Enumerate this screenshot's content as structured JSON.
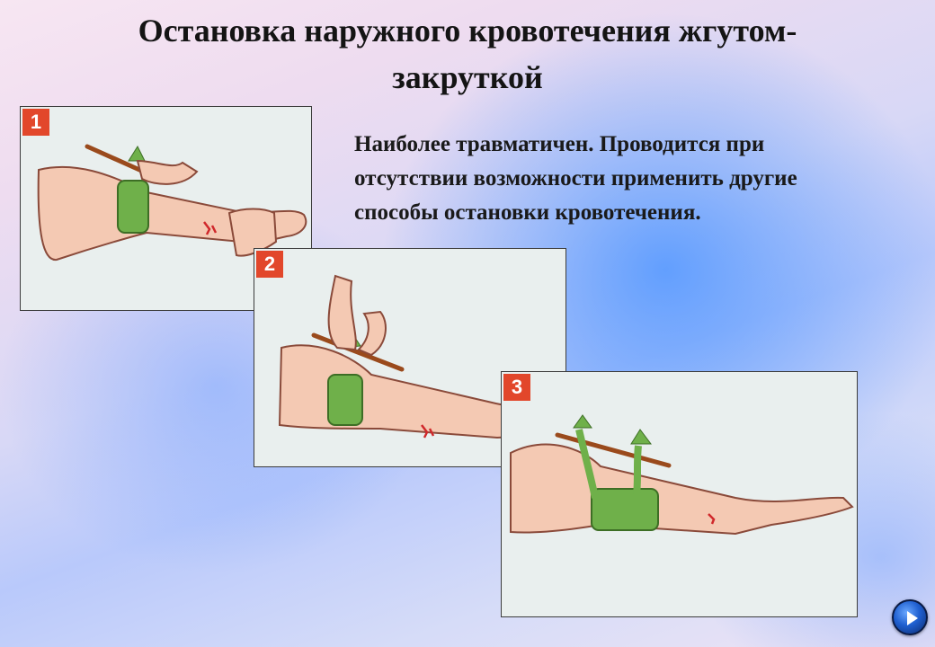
{
  "slide": {
    "title_line1": "Остановка наружного кровотечения жгутом-",
    "title_line2": "закруткой",
    "description_line1": "Наиболее травматичен. Проводится при",
    "description_line2": "отсутствии возможности применить другие",
    "description_line3": "способы остановки кровотечения."
  },
  "panels": [
    {
      "step": "1"
    },
    {
      "step": "2"
    },
    {
      "step": "3"
    }
  ],
  "colors": {
    "badge": "#e2472b",
    "tourniquet": "#6fb04a",
    "stick": "#9a4a1c",
    "skin": "#f4c9b3",
    "wound": "#d0282b"
  },
  "icons": {
    "nav": "play-next-icon"
  }
}
